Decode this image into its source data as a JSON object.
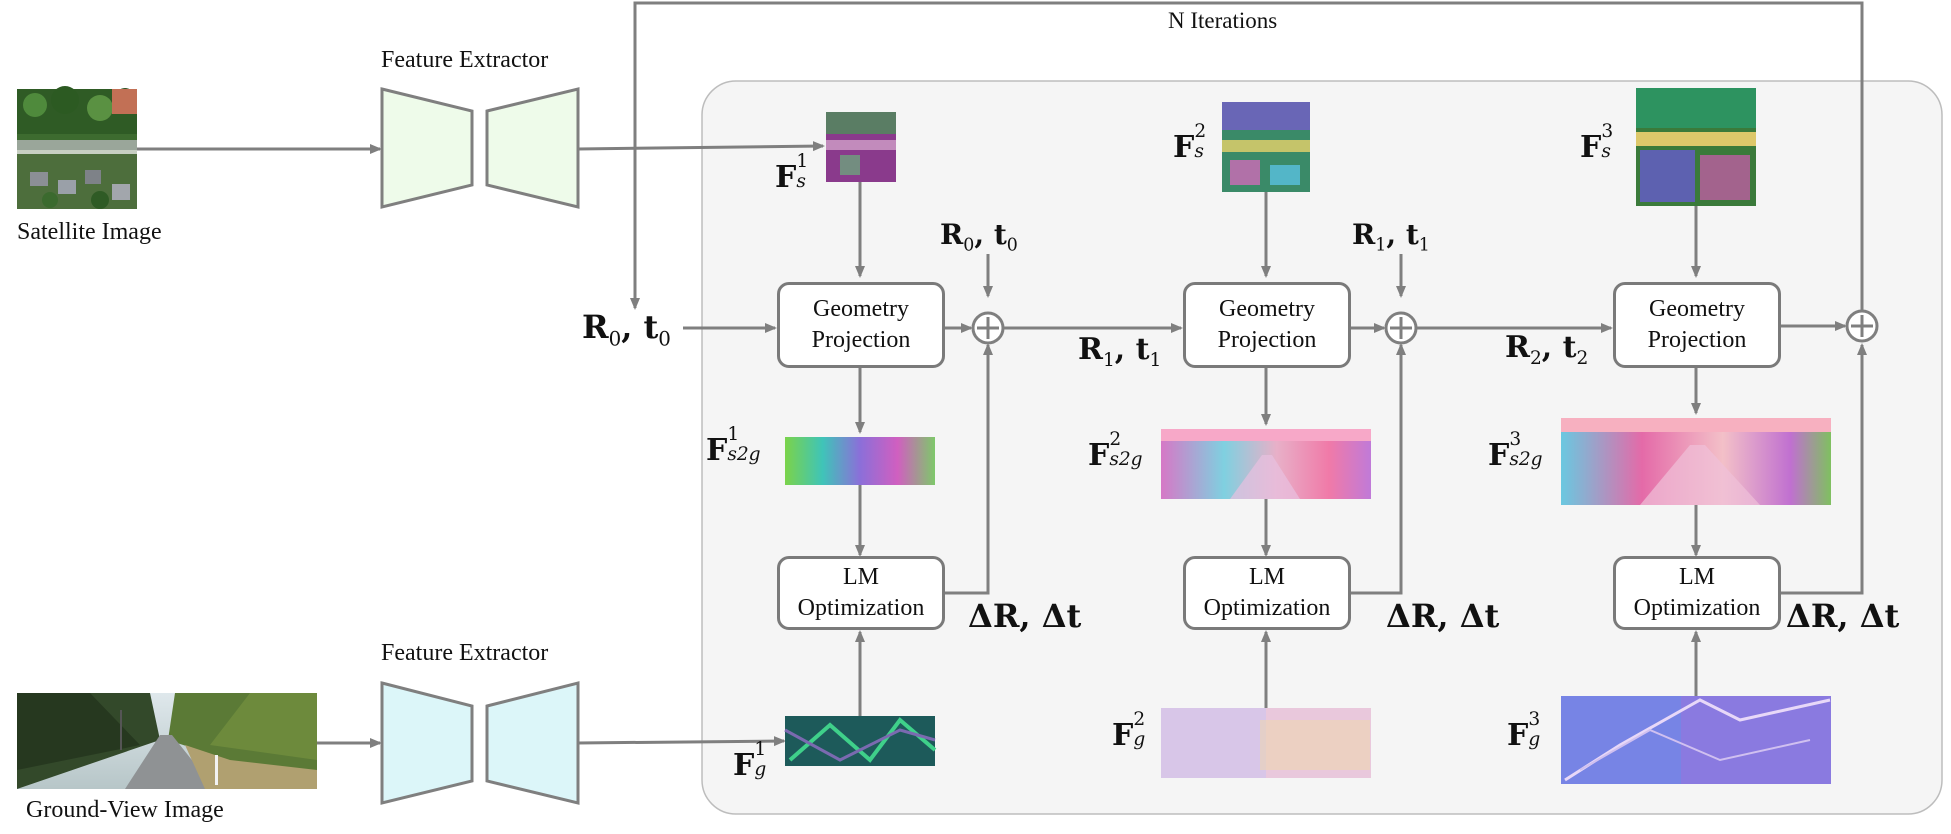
{
  "top_label": "N Iterations",
  "inputs": {
    "satellite": {
      "caption": "Satellite Image",
      "extractor": "Feature Extractor"
    },
    "ground": {
      "caption": "Ground-View Image",
      "extractor": "Feature Extractor"
    }
  },
  "initial_pose": {
    "R": "R",
    "R_sub": "0",
    "t": "t",
    "t_sub": "0"
  },
  "stages": [
    {
      "fs": {
        "base": "F",
        "sup": "1",
        "sub": "s"
      },
      "fs2g": {
        "base": "F",
        "sup": "1",
        "sub": "s2g"
      },
      "fg": {
        "base": "F",
        "sup": "1",
        "sub": "g"
      },
      "geometry": [
        "Geometry",
        "Projection"
      ],
      "lm": [
        "LM",
        "Optimization"
      ],
      "delta": "ΔR, Δt",
      "pose_in": {
        "R_sub": "0",
        "t_sub": "0"
      },
      "pose_out": {
        "R_sub": "1",
        "t_sub": "1"
      }
    },
    {
      "fs": {
        "base": "F",
        "sup": "2",
        "sub": "s"
      },
      "fs2g": {
        "base": "F",
        "sup": "2",
        "sub": "s2g"
      },
      "fg": {
        "base": "F",
        "sup": "2",
        "sub": "g"
      },
      "geometry": [
        "Geometry",
        "Projection"
      ],
      "lm": [
        "LM",
        "Optimization"
      ],
      "delta": "ΔR, Δt",
      "pose_in": {
        "R_sub": "1",
        "t_sub": "1"
      },
      "pose_out": {
        "R_sub": "2",
        "t_sub": "2"
      }
    },
    {
      "fs": {
        "base": "F",
        "sup": "3",
        "sub": "s"
      },
      "fs2g": {
        "base": "F",
        "sup": "3",
        "sub": "s2g"
      },
      "fg": {
        "base": "F",
        "sup": "3",
        "sub": "g"
      },
      "geometry": [
        "Geometry",
        "Projection"
      ],
      "lm": [
        "LM",
        "Optimization"
      ],
      "delta": "ΔR, Δt"
    }
  ],
  "colors": {
    "arrow": "#7f7f7f",
    "panel_fill": "#f5f5f5",
    "panel_stroke": "#bdbdbd",
    "satellite_extractor": "#eefbea",
    "ground_extractor": "#dcf6f9"
  }
}
